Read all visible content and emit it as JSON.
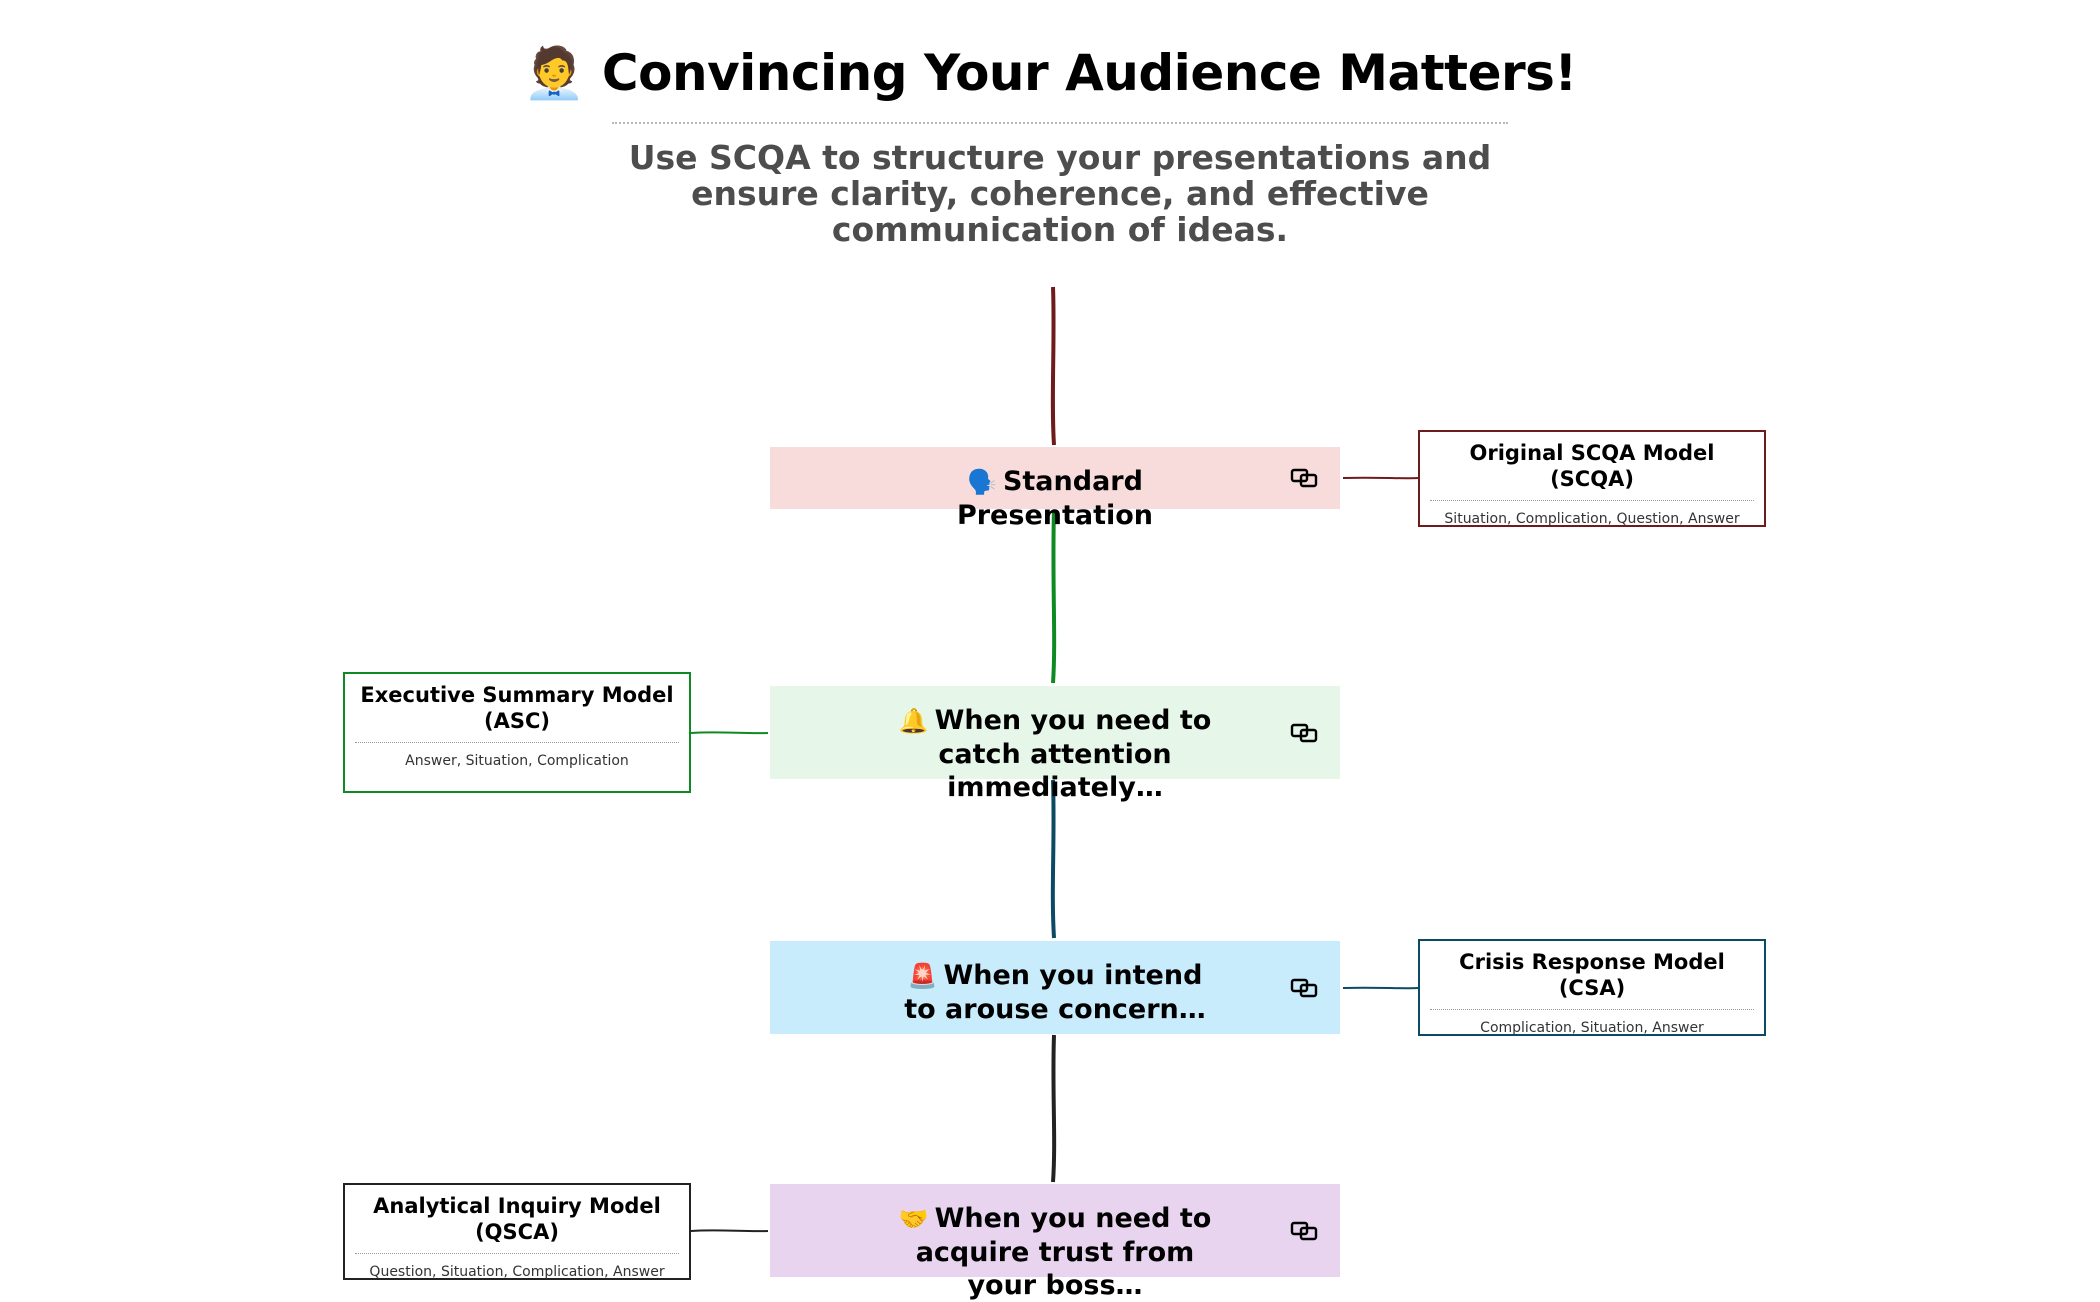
{
  "header": {
    "title": "🧑‍💼 Convincing Your Audience Matters!",
    "subtitle": "Use SCQA to structure your presentations and ensure clarity, coherence, and effective communication of ideas."
  },
  "nodes": [
    {
      "emoji": "🗣️",
      "label": "Standard Presentation",
      "fill": "#f8dcdc",
      "wire_color": "#6e1b1b"
    },
    {
      "emoji": "🔔",
      "label": "When you need to catch attention immediately…",
      "fill": "#e6f7ea",
      "wire_color": "#0f8a22"
    },
    {
      "emoji": "🚨",
      "label": "When you intend to arouse concern…",
      "fill": "#c8ecfb",
      "wire_color": "#0c4a63"
    },
    {
      "emoji": "🤝",
      "label": "When you need to acquire trust from your boss…",
      "fill": "#e8d4ef",
      "wire_color": "#222222"
    }
  ],
  "models": [
    {
      "title": "Original SCQA Model (SCQA)",
      "desc": "Situation, Complication, Question, Answer",
      "border_color": "#6e1b1b"
    },
    {
      "title": "Executive Summary Model (ASC)",
      "desc": "Answer, Situation, Complication",
      "border_color": "#0f8a22"
    },
    {
      "title": "Crisis Response Model (CSA)",
      "desc": "Complication, Situation, Answer",
      "border_color": "#0c4a63"
    },
    {
      "title": "Analytical Inquiry Model (QSCA)",
      "desc": "Question, Situation, Complication, Answer",
      "border_color": "#222222"
    }
  ],
  "icons": {
    "link": "link-icon"
  }
}
